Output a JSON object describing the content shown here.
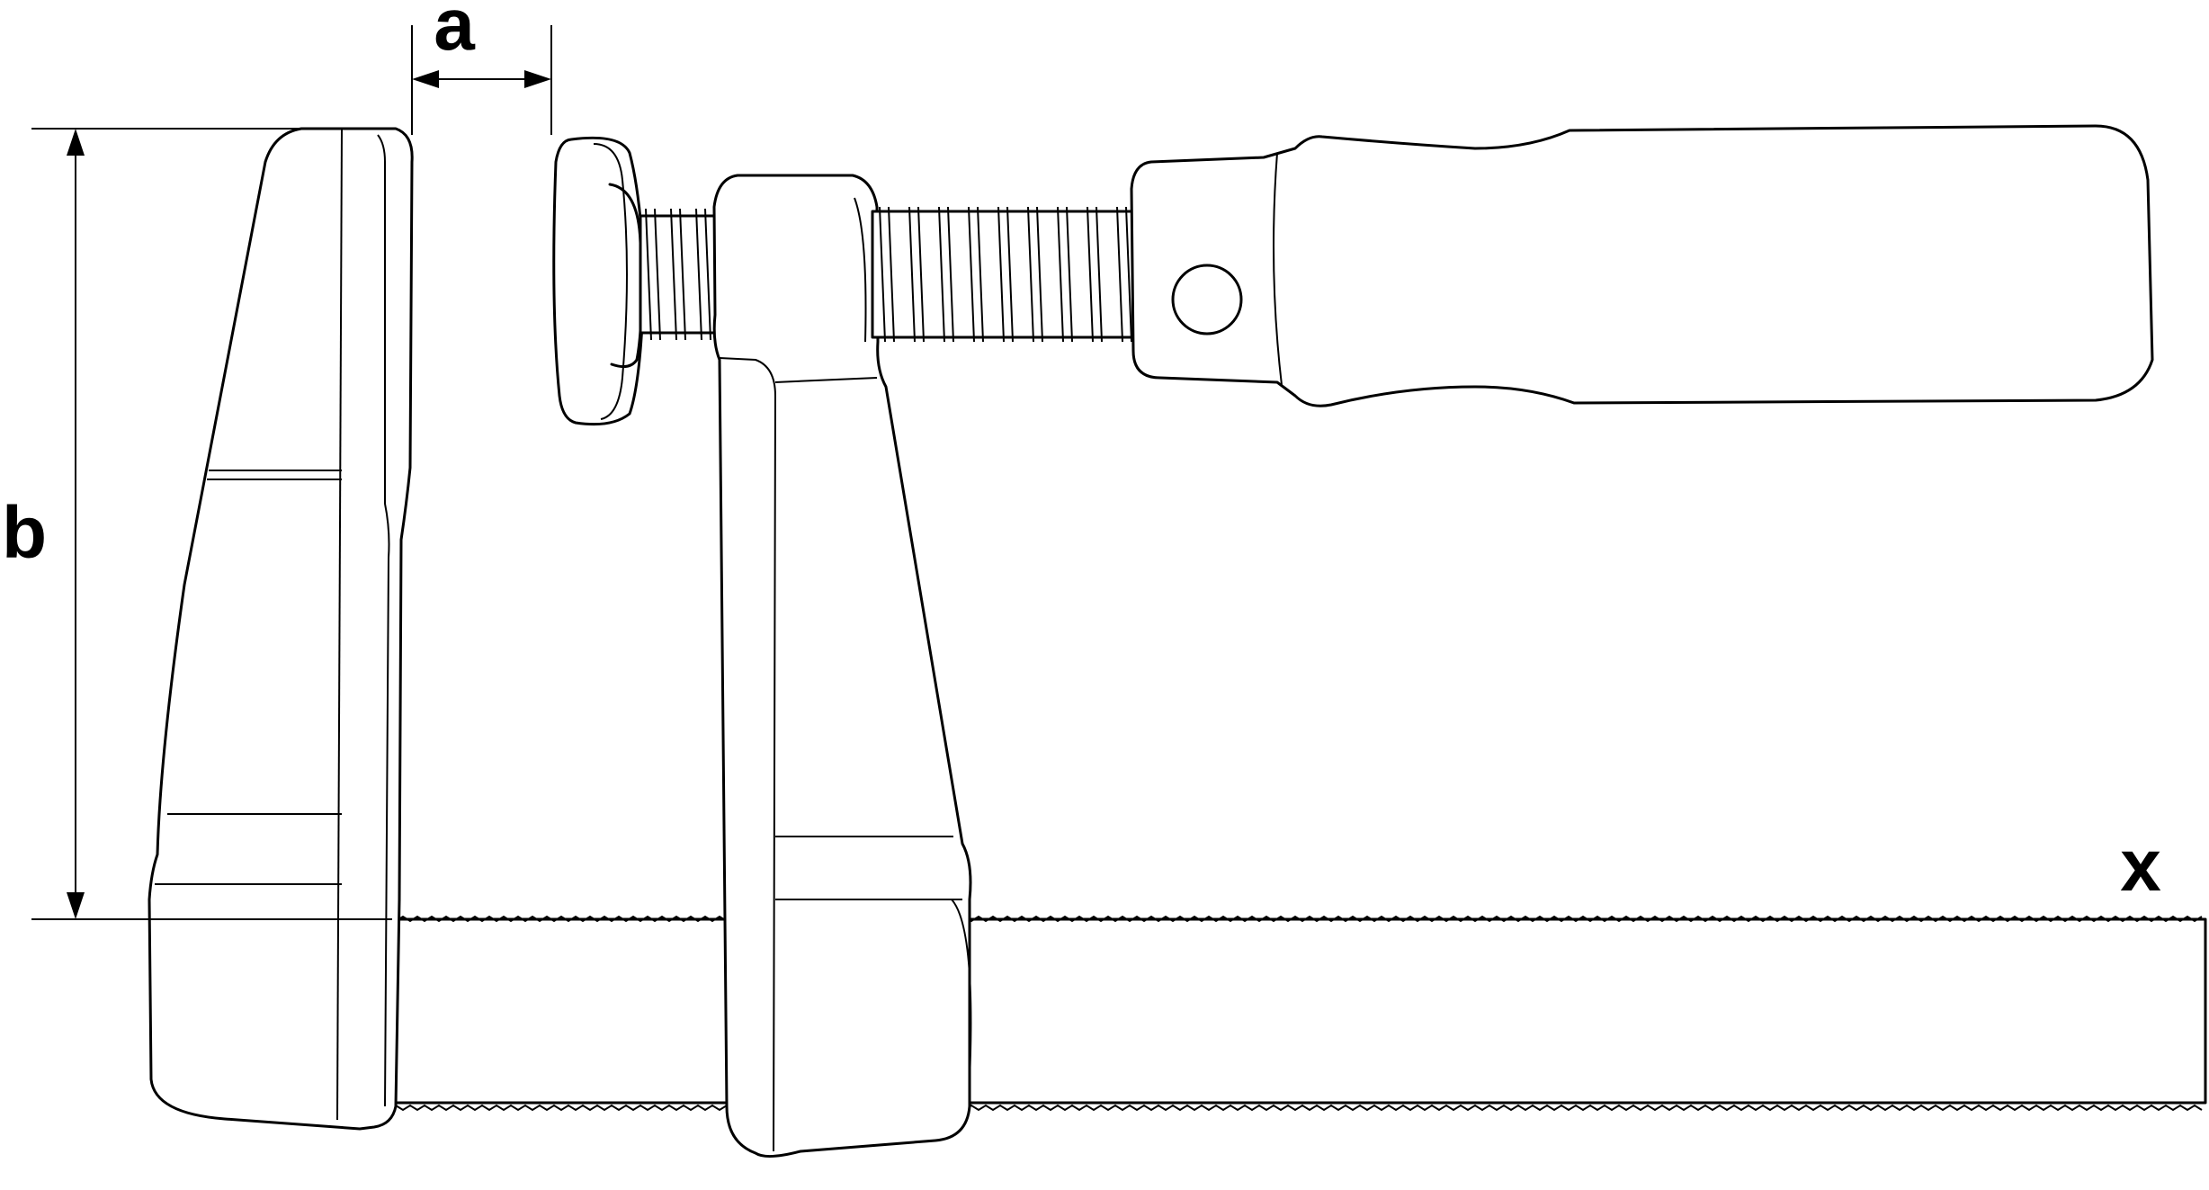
{
  "labels": {
    "a": "a",
    "b": "b",
    "x": "x"
  },
  "colors": {
    "line": "#000000",
    "fill": "#ffffff"
  }
}
